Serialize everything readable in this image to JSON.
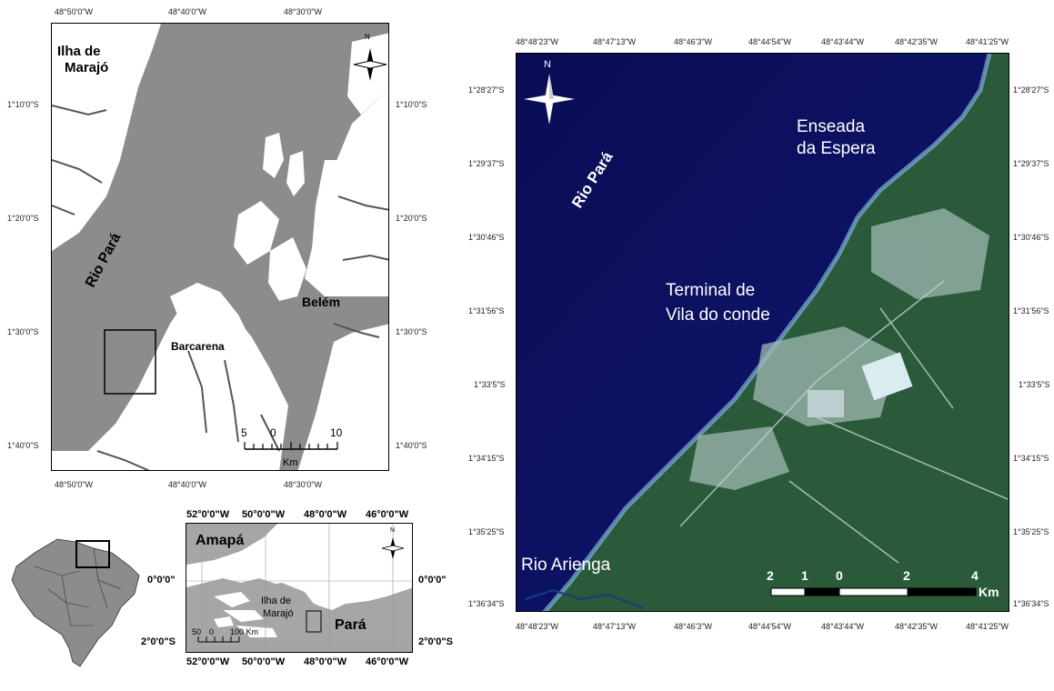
{
  "map_top_left": {
    "top_ticks": [
      "48°50'0\"W",
      "48°40'0\"W",
      "48°30'0\"W"
    ],
    "bottom_ticks": [
      "48°50'0\"W",
      "48°40'0\"W",
      "48°30'0\"W"
    ],
    "left_ticks": [
      "1°10'0\"S",
      "1°20'0\"S",
      "1°30'0\"S",
      "1°40'0\"S"
    ],
    "right_ticks": [
      "1°10'0\"S",
      "1°20'0\"S",
      "1°30'0\"S",
      "1°40'0\"S"
    ],
    "labels": {
      "ilha": "Ilha de\nMarajó",
      "ilha_line1": "Ilha de",
      "ilha_line2": "Marajó",
      "rio": "Rio Pará",
      "belem": "Belém",
      "barcarena": "Barcarena",
      "north": "N"
    },
    "scale": {
      "ticks": [
        "5",
        "0",
        "10"
      ],
      "unit": "Km"
    }
  },
  "map_regional": {
    "top_ticks": [
      "52°0'0\"W",
      "50°0'0\"W",
      "48°0'0\"W",
      "46°0'0\"W"
    ],
    "bottom_ticks": [
      "52°0'0\"W",
      "50°0'0\"W",
      "48°0'0\"W",
      "46°0'0\"W"
    ],
    "left_ticks": [
      "0°0'0\"",
      "2°0'0\"S"
    ],
    "right_ticks": [
      "0°0'0\"",
      "2°0'0\"S"
    ],
    "labels": {
      "amapa": "Amapá",
      "para": "Pará",
      "ilha_line1": "Ilha de",
      "ilha_line2": "Marajó",
      "north": "N"
    },
    "scale": {
      "ticks": [
        "50",
        "0",
        "100 Km"
      ]
    }
  },
  "map_satellite": {
    "top_ticks": [
      "48°48'23\"W",
      "48°47'13\"W",
      "48°46'3\"W",
      "48°44'54\"W",
      "48°43'44\"W",
      "48°42'35\"W",
      "48°41'25\"W"
    ],
    "bottom_ticks": [
      "48°48'23\"W",
      "48°47'13\"W",
      "48°46'3\"W",
      "48°44'54\"W",
      "48°43'44\"W",
      "48°42'35\"W",
      "48°41'25\"W"
    ],
    "left_ticks": [
      "1°28'27\"S",
      "1°29'37\"S",
      "1°30'46\"S",
      "1°31'56\"S",
      "1°33'5\"S",
      "1°34'15\"S",
      "1°35'25\"S",
      "1°36'34\"S"
    ],
    "right_ticks": [
      "1°28'27\"S",
      "1°29'37\"S",
      "1°30'46\"S",
      "1°31'56\"S",
      "1°33'5\"S",
      "1°34'15\"S",
      "1°35'25\"S",
      "1°36'34\"S"
    ],
    "labels": {
      "enseada_line1": "Enseada",
      "enseada_line2": "da Espera",
      "rio": "Rio Pará",
      "terminal_line1": "Terminal de",
      "terminal_line2": "Vila do conde",
      "arienga": "Rio Arienga",
      "north": "N"
    },
    "scale": {
      "ticks": [
        "2",
        "1",
        "0",
        "2",
        "4"
      ],
      "unit": "Km"
    }
  },
  "colors": {
    "water_gray": "#8c8c8c",
    "land_white": "#ffffff",
    "state_gray": "#a6a6a6",
    "ocean_blue": "#0c0f5a",
    "vegetation": "#2b5a3a"
  }
}
